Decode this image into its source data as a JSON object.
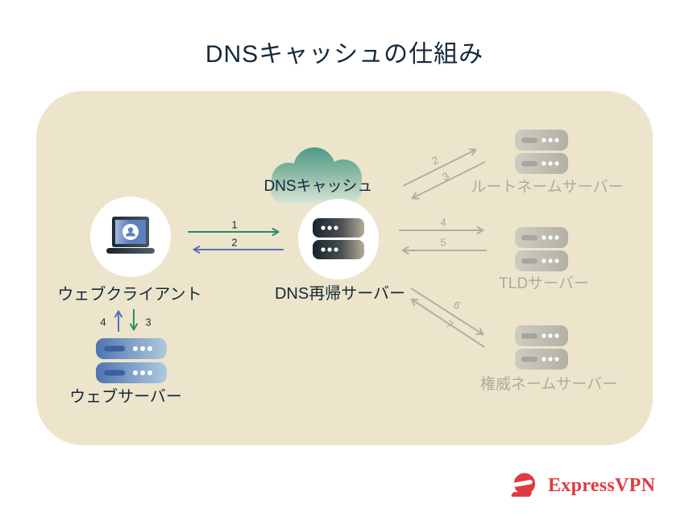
{
  "title": "DNSキャッシュの仕組み",
  "nodes": {
    "web_client": {
      "label": "ウェブクライアント"
    },
    "dns_cache": {
      "label": "DNSキャッシュ"
    },
    "dns_recursive": {
      "label": "DNS再帰サーバー"
    },
    "root_server": {
      "label": "ルートネームサーバー"
    },
    "tld_server": {
      "label": "TLDサーバー"
    },
    "auth_server": {
      "label": "権威ネームサーバー"
    },
    "web_server": {
      "label": "ウェブサーバー"
    }
  },
  "steps": {
    "client_query": "1",
    "client_response": "2",
    "root_query": "2",
    "root_response": "3",
    "tld_query": "4",
    "tld_response": "5",
    "auth_query": "6",
    "auth_response": "7",
    "web_request": "3",
    "web_response": "4"
  },
  "brand": {
    "name": "ExpressVPN"
  },
  "icons": {
    "laptop": "laptop-user-icon",
    "dark_server": "server-stack-icon",
    "gray_server": "inactive-server-stack-icon",
    "blue_server": "web-server-stack-icon",
    "cloud": "cache-cloud-icon",
    "logo": "expressvpn-logo-icon"
  },
  "colors": {
    "panel_beige": "#ECE5CB",
    "text_navy": "#14293B",
    "arrow_green": "#2B8A6A",
    "arrow_blue": "#5472B5",
    "inactive_gray": "#B3AEA2",
    "brand_red": "#DD3B42"
  }
}
